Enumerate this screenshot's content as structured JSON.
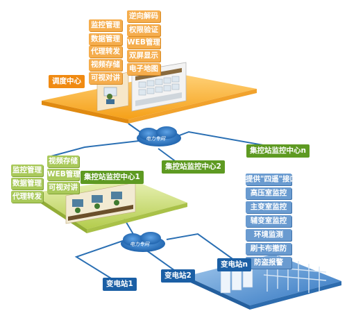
{
  "dispatch_center": {
    "label": "调度中心",
    "functions": [
      "监控管理",
      "逆向解码",
      "数据管理",
      "权限验证",
      "代理转发",
      "WEB管理",
      "视频存储",
      "双屏显示",
      "可视对讲",
      "电子地图"
    ]
  },
  "network_labels": [
    "电力专网",
    "电力专网"
  ],
  "cluster_centers": [
    "集控站监控中心1",
    "集控站监控中心2",
    "集控站监控中心n"
  ],
  "center1_functions": [
    "监控管理",
    "视频存储",
    "数据管理",
    "WEB管理",
    "代理转发",
    "可视对讲"
  ],
  "substation_functions": [
    "提供\"四遥\"接口",
    "高压室监控",
    "主变室监控",
    "辅变室监控",
    "环境监测",
    "刷卡布撤防",
    "防盗报警"
  ],
  "substations": [
    "变电站1",
    "变电站2",
    "变电站n"
  ],
  "colors": {
    "orange": "#f08a12",
    "green": "#5e9a22",
    "blue": "#1b5fa5",
    "connector": "#2a6fb3"
  }
}
